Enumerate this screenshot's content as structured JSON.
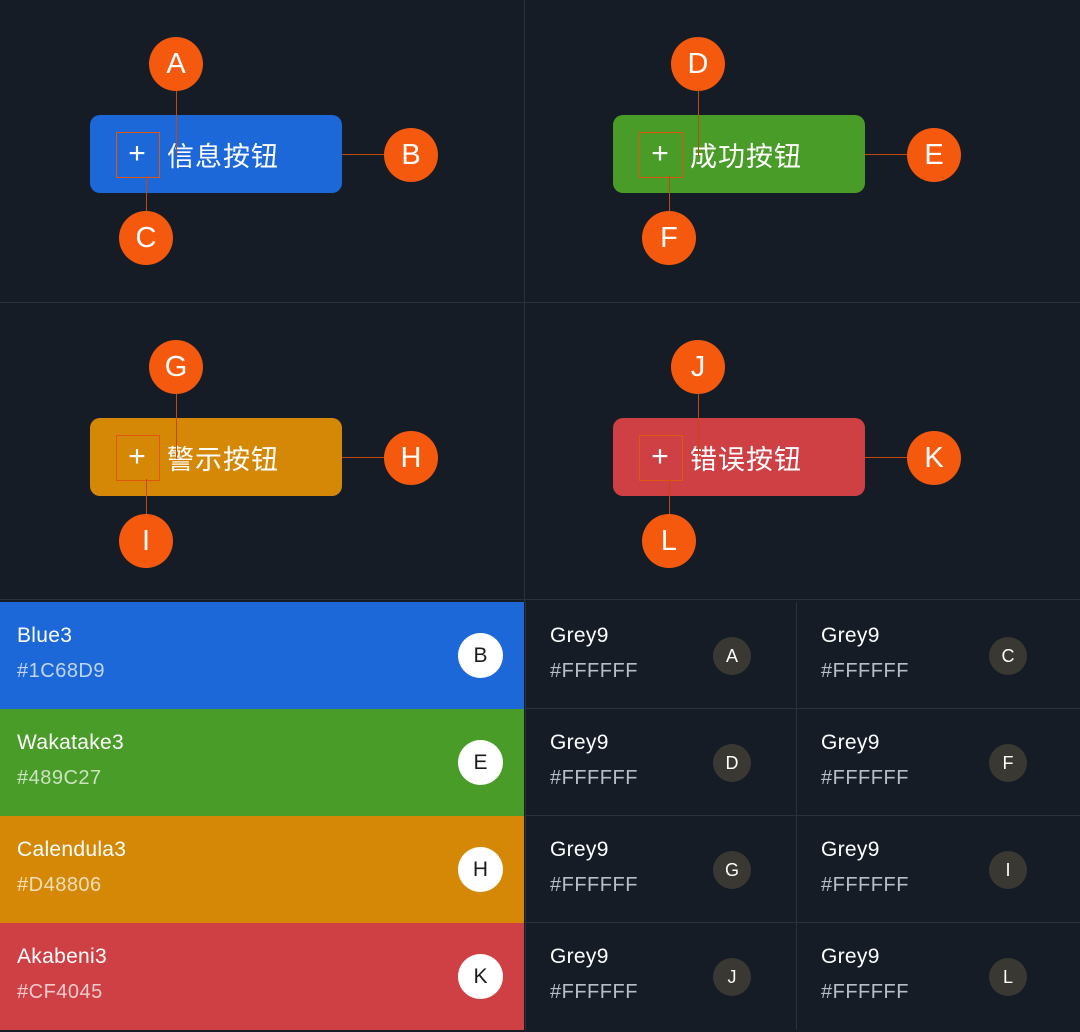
{
  "meta": {
    "background_color": "#151C26",
    "marker_color": "#F4590E",
    "leader_color": "#C2480D",
    "divider_color": "#2A323D"
  },
  "specs": [
    {
      "id": "info",
      "button_label": "信息按钮",
      "icon": "plus-icon",
      "icon_glyph": "+",
      "fill": "#1C68D9",
      "markers": {
        "top": "A",
        "right": "B",
        "bottom": "C"
      }
    },
    {
      "id": "success",
      "button_label": "成功按钮",
      "icon": "plus-icon",
      "icon_glyph": "+",
      "fill": "#489C27",
      "markers": {
        "top": "D",
        "right": "E",
        "bottom": "F"
      }
    },
    {
      "id": "warning",
      "button_label": "警示按钮",
      "icon": "plus-icon",
      "icon_glyph": "+",
      "fill": "#D48806",
      "markers": {
        "top": "G",
        "right": "H",
        "bottom": "I"
      }
    },
    {
      "id": "error",
      "button_label": "错误按钮",
      "icon": "plus-icon",
      "icon_glyph": "+",
      "fill": "#CF4045",
      "markers": {
        "top": "J",
        "right": "K",
        "bottom": "L"
      }
    }
  ],
  "color_table": {
    "rows": [
      {
        "swatch": {
          "name": "Blue3",
          "hex": "#1C68D9",
          "badge": "B"
        },
        "cells": [
          {
            "name": "Grey9",
            "hex": "#FFFFFF",
            "badge": "A"
          },
          {
            "name": "Grey9",
            "hex": "#FFFFFF",
            "badge": "C"
          }
        ]
      },
      {
        "swatch": {
          "name": "Wakatake3",
          "hex": "#489C27",
          "badge": "E"
        },
        "cells": [
          {
            "name": "Grey9",
            "hex": "#FFFFFF",
            "badge": "D"
          },
          {
            "name": "Grey9",
            "hex": "#FFFFFF",
            "badge": "F"
          }
        ]
      },
      {
        "swatch": {
          "name": "Calendula3",
          "hex": "#D48806",
          "badge": "H"
        },
        "cells": [
          {
            "name": "Grey9",
            "hex": "#FFFFFF",
            "badge": "G"
          },
          {
            "name": "Grey9",
            "hex": "#FFFFFF",
            "badge": "I"
          }
        ]
      },
      {
        "swatch": {
          "name": "Akabeni3",
          "hex": "#CF4045",
          "badge": "K"
        },
        "cells": [
          {
            "name": "Grey9",
            "hex": "#FFFFFF",
            "badge": "J"
          },
          {
            "name": "Grey9",
            "hex": "#FFFFFF",
            "badge": "L"
          }
        ]
      }
    ]
  }
}
